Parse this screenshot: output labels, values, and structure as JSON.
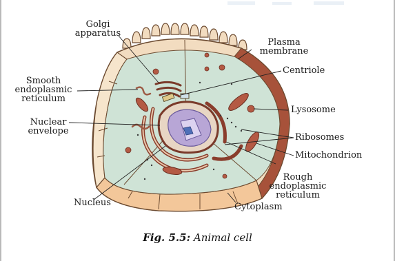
{
  "figure": {
    "fig_number": "Fig. 5.5:",
    "fig_title": "Animal cell"
  },
  "labels": {
    "golgi": "Golgi\napparatus",
    "plasma_membrane": "Plasma\nmembrane",
    "smooth_er": "Smooth\nendoplasmic\nreticulum",
    "centriole": "Centriole",
    "lysosome": "Lysosome",
    "nuclear_envelope": "Nuclear\nenvelope",
    "ribosomes": "Ribosomes",
    "mitochondrion": "Mitochondrion",
    "rough_er": "Rough\nendoplasmic\nreticulum",
    "nucleus": "Nucleus",
    "cytoplasm": "Cytoplasm"
  },
  "colors": {
    "outer_membrane": "#f2dcc0",
    "outer_stroke": "#6b4a30",
    "cut_face_front": "#f3c79a",
    "cytoplasm": "#cfe3d6",
    "cytoplasm_inner": "#dcebe1",
    "rough_er": "#8a3d2c",
    "nucleus": "#b8a6d6",
    "nucleolus": "#8a7bc8"
  }
}
